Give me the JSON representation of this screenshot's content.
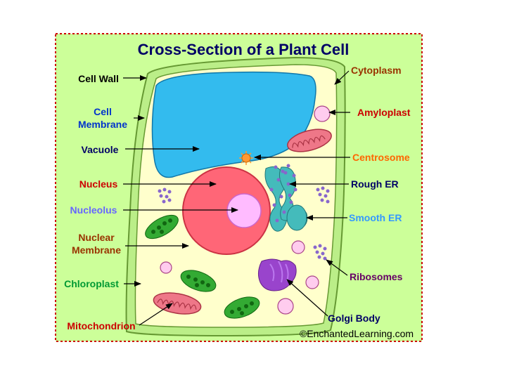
{
  "title": "Cross-Section of a Plant Cell",
  "credit": "©EnchantedLearning.com",
  "labels": {
    "cell_wall": "Cell Wall",
    "cell_membrane_1": "Cell",
    "cell_membrane_2": "Membrane",
    "vacuole": "Vacuole",
    "nucleus": "Nucleus",
    "nucleolus": "Nucleolus",
    "nuclear_membrane_1": "Nuclear",
    "nuclear_membrane_2": "Membrane",
    "chloroplast": "Chloroplast",
    "mitochondrion": "Mitochondrion",
    "cytoplasm": "Cytoplasm",
    "amyloplast": "Amyloplast",
    "centrosome": "Centrosome",
    "rough_er": "Rough ER",
    "smooth_er": "Smooth ER",
    "ribosomes": "Ribosomes",
    "golgi_body": "Golgi Body"
  },
  "colors": {
    "panel_background": "#ccff99",
    "border": "#cc0000",
    "cell_wall": "#bbee88",
    "cytoplasm": "#ffffcc",
    "vacuole": "#33bbee",
    "nucleus": "#ff6677",
    "nucleolus": "#ffbbff",
    "chloroplast": "#33aa33",
    "mitochondrion": "#ee7788",
    "rough_er": "#44bbbb",
    "golgi": "#9944cc",
    "ribosome": "#8866cc",
    "centrosome": "#ff9933",
    "amyloplast": "#ffccee",
    "label_black": "#000000",
    "label_blue": "#0033cc",
    "label_red": "#cc0000",
    "label_brown": "#993300",
    "label_orange": "#ff6600",
    "label_navy": "#000066",
    "label_lightblue": "#3399ff",
    "label_green": "#009933",
    "label_purple": "#990099",
    "title": "#000066"
  }
}
